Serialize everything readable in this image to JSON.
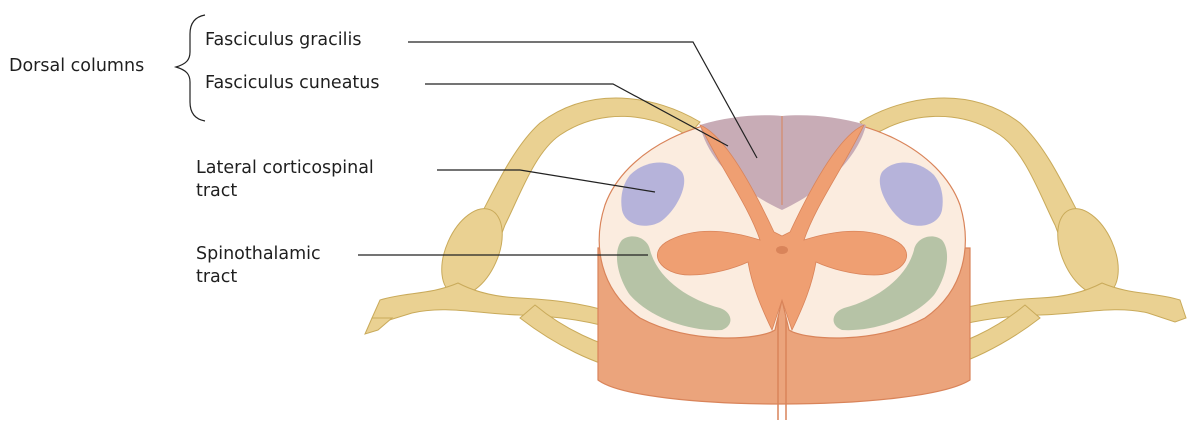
{
  "labels": {
    "dorsal_columns": "Dorsal columns",
    "fasciculus_gracilis": "Fasciculus gracilis",
    "fasciculus_cuneatus": "Fasciculus cuneatus",
    "lateral_corticospinal_line1": "Lateral corticospinal",
    "lateral_corticospinal_line2": "tract",
    "spinothalamic_line1": "Spinothalamic",
    "spinothalamic_line2": "tract"
  },
  "colors": {
    "nerve": "#ead192",
    "nerve_dark": "#c9aa5a",
    "cord_side": "#eba47c",
    "cord_side_dark": "#d9845a",
    "white_matter": "#fbecdf",
    "gray_matter": "#ef9f72",
    "dorsal_columns": "#c8acb6",
    "corticospinal": "#b6b3da",
    "spinothalamic": "#b6c3a6",
    "leader_line": "#222222"
  }
}
